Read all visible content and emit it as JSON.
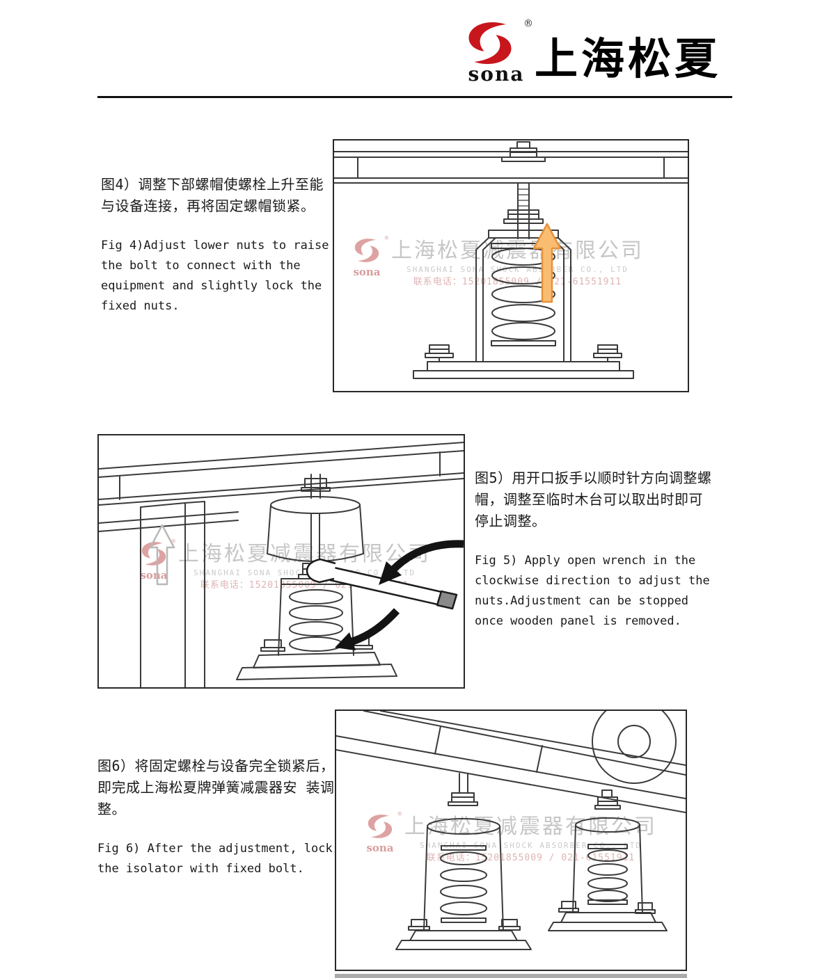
{
  "header": {
    "logo_text": "sona",
    "registered_mark": "®",
    "brand_name": "上海松夏"
  },
  "watermark": {
    "logo_text": "sona",
    "company_zh": "上海松夏减震器有限公司",
    "company_en": "SHANGHAI SONA SHOCK ABSORBER CO., LTD",
    "contact": "联系电话：15201855009 / 021-61551911"
  },
  "figures": {
    "fig4": {
      "caption_zh": "图4）调整下部螺帽使螺栓上升至能与设备连接，再将固定螺帽锁紧。",
      "caption_en": "Fig 4)Adjust lower nuts to raise the bolt to connect with the equipment and slightly lock the fixed nuts."
    },
    "fig5": {
      "caption_zh": "图5）用开口扳手以顺时针方向调整螺帽，调整至临时木台可以取出时即可停止调整。",
      "caption_en": "Fig 5) Apply open wrench in the clockwise direction to adjust the nuts.Adjustment can be stopped once wooden panel is removed."
    },
    "fig6": {
      "caption_zh": "图6）将固定螺栓与设备完全锁紧后，即完成上海松夏牌弹簧减震器安 装调整。",
      "caption_en": "Fig 6) After the adjustment, lock the isolator with fixed bolt."
    }
  },
  "colors": {
    "brand_red": "#c8161d",
    "arrow_orange_fill": "#f9bd72",
    "arrow_orange_stroke": "#e8913a",
    "line_art": "#3a3a3a",
    "watermark_gray": "#c6c6c6",
    "watermark_pink": "#dfb3b3"
  }
}
